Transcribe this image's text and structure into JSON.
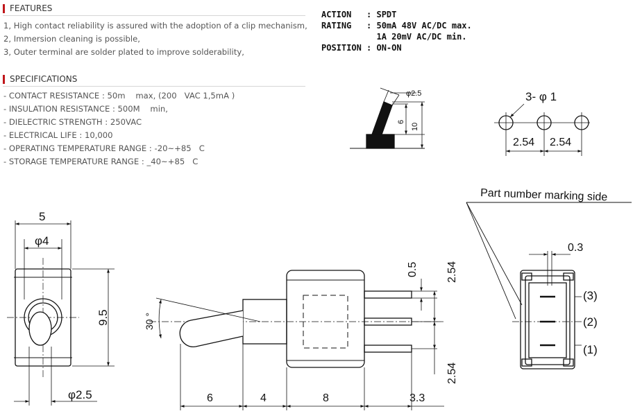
{
  "features": {
    "title": "FEATURES",
    "items": [
      "1, High contact reliability is assured with the adoption of a clip mechanism,",
      "2, Immersion cleaning is possible,",
      "3, Outer terminal are solder plated to improve solderability,"
    ]
  },
  "specifications": {
    "title": "SPECIFICATIONS",
    "items": [
      "- CONTACT RESISTANCE : 50m    max, (200   VAC 1,5mA )",
      "- INSULATION RESISTANCE : 500M    min,",
      "- DIELECTRIC STRENGTH : 250VAC",
      "- ELECTRICAL LIFE : 10,000",
      "- OPERATING TEMPERATURE RANGE : -20~+85   C",
      "- STORAGE TEMPERATURE RANGE : _40~+85   C"
    ]
  },
  "ratings": {
    "lines": [
      "ACTION   : SPDT",
      "RATING   : 50mA 48V AC/DC max.",
      "           1A 20mV AC/DC min.",
      "POSITION : ON-ON"
    ]
  },
  "diagram_labels": {
    "lever_diameter": "φ2.5",
    "lever_dim_6": "6",
    "lever_dim_10": "10",
    "hole_spec": "3- φ 1",
    "pitch_left": "2.54",
    "pitch_right": "2.54",
    "front_width": "5",
    "front_bushing": "φ4",
    "front_height": "9.5",
    "front_lever": "φ2.5",
    "side_angle": "30 °",
    "side_pin_width": "0.5",
    "side_pitch_top": "2.54",
    "side_pitch_bottom": "2.54",
    "side_dim_6": "6",
    "side_dim_4": "4",
    "side_dim_8": "8",
    "side_dim_3_3": "3.3",
    "marking_side": "Part number marking side",
    "end_dim_0_3": "0.3",
    "pin_3": "(3)",
    "pin_2": "(2)",
    "pin_1": "(1)"
  }
}
